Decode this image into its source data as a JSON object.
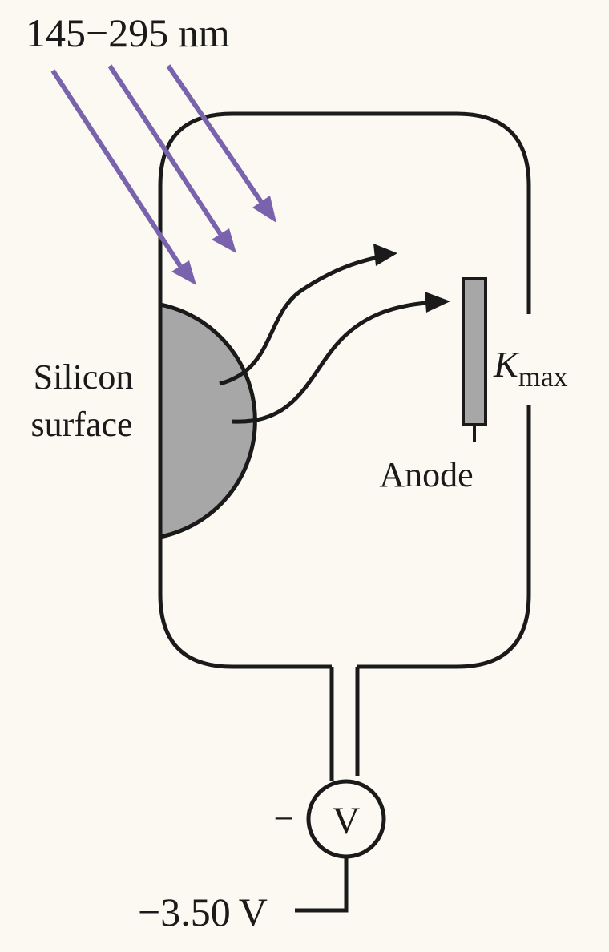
{
  "colors": {
    "background": "#fbf9f1",
    "line": "#1a1a1a",
    "light_rays": "#7a63ad",
    "silicon_fill": "#a7a7a7",
    "anode_fill": "#a7a7a7"
  },
  "labels": {
    "wavelength": "145−295 nm",
    "silicon_line1": "Silicon",
    "silicon_line2": "surface",
    "kmax_main": "K",
    "kmax_sub": "max",
    "anode": "Anode",
    "meter_symbol": "V",
    "meter_minus": "−",
    "voltage": "−3.50 V"
  },
  "icons": {
    "light_rays": "arrow-icon",
    "electron_paths": "curved-arrow-icon",
    "voltmeter": "voltmeter-icon"
  }
}
